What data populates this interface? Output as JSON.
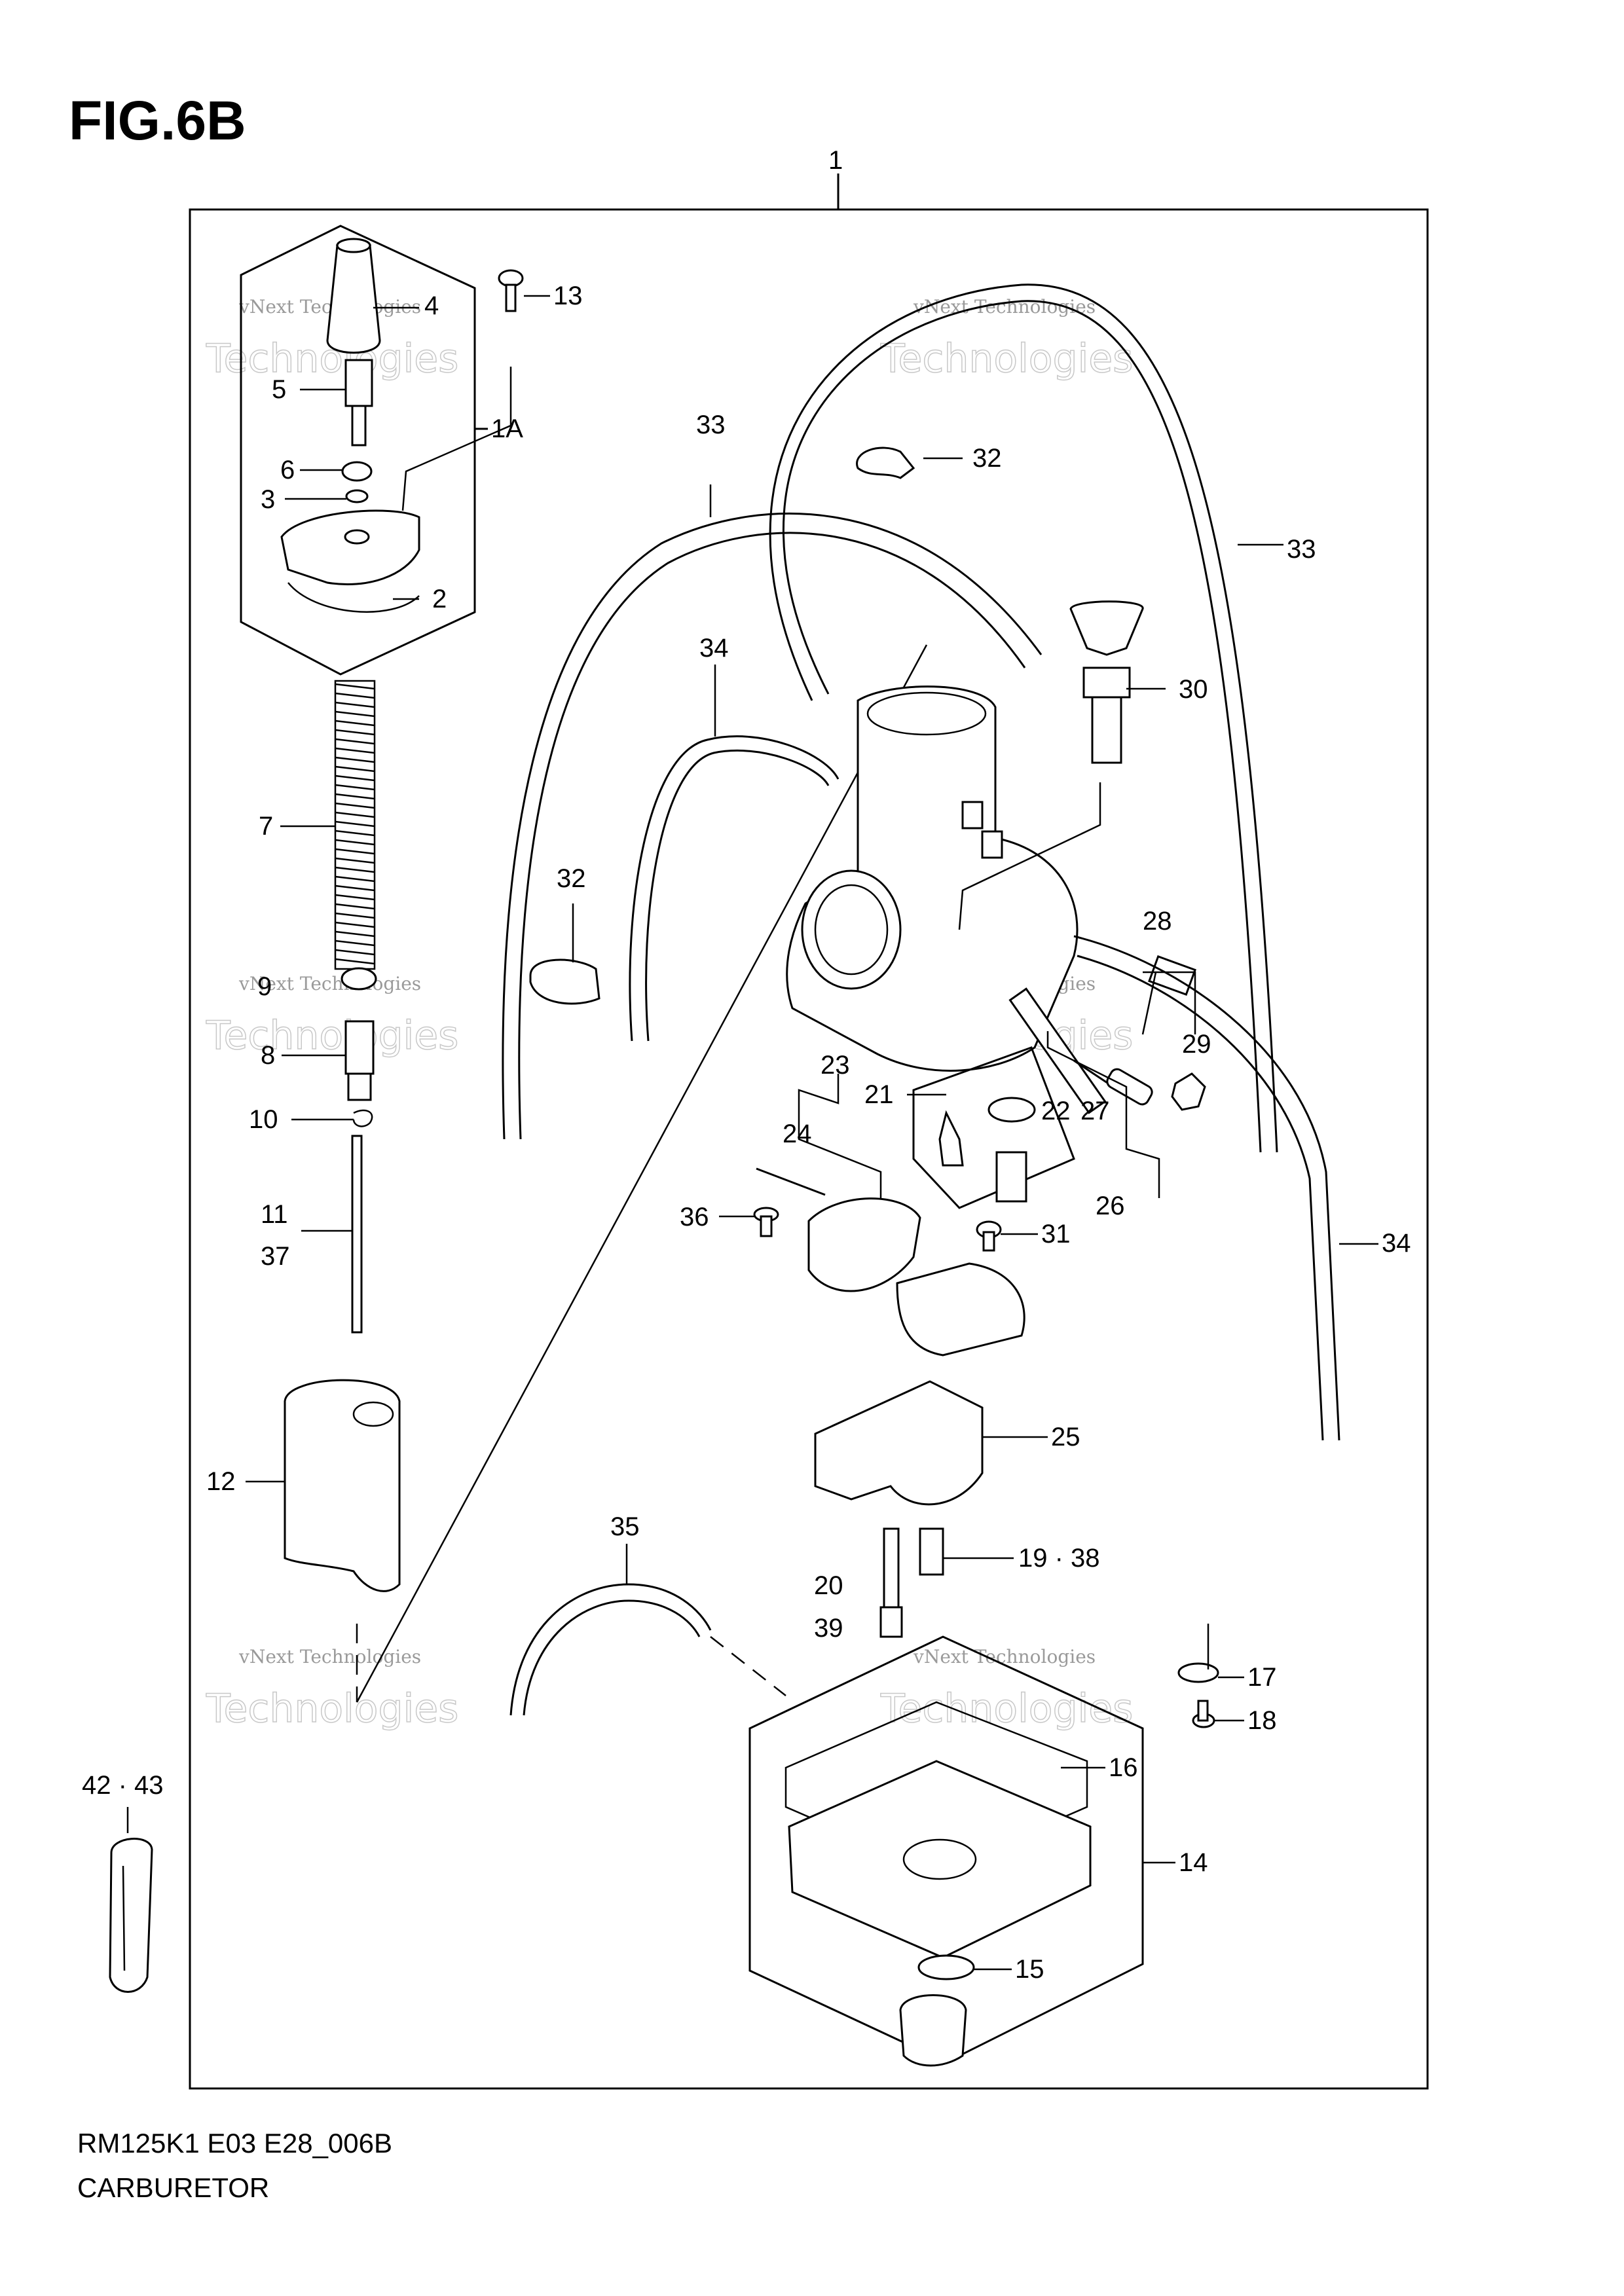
{
  "figure": {
    "title": "FIG.6B",
    "code": "RM125K1 E03 E28_006B",
    "name": "CARBURETOR"
  },
  "watermark": {
    "line1": "vNext Technologies",
    "line2": "Technologies"
  },
  "callouts": {
    "c1": "1",
    "c1a": "1A",
    "c2": "2",
    "c3": "3",
    "c4": "4",
    "c5": "5",
    "c6": "6",
    "c7": "7",
    "c8": "8",
    "c9": "9",
    "c10": "10",
    "c11": "11",
    "c37": "37",
    "c12": "12",
    "c13": "13",
    "c14": "14",
    "c15": "15",
    "c16": "16",
    "c17": "17",
    "c18": "18",
    "c19_38": "19 · 38",
    "c20": "20",
    "c39": "39",
    "c21": "21",
    "c22": "22",
    "c23": "23",
    "c24": "24",
    "c25": "25",
    "c26": "26",
    "c27": "27",
    "c28": "28",
    "c29": "29",
    "c30": "30",
    "c31": "31",
    "c32a": "32",
    "c32b": "32",
    "c33a": "33",
    "c33b": "33",
    "c34a": "34",
    "c34b": "34",
    "c35": "35",
    "c36": "36",
    "c42_43": "42 · 43"
  }
}
